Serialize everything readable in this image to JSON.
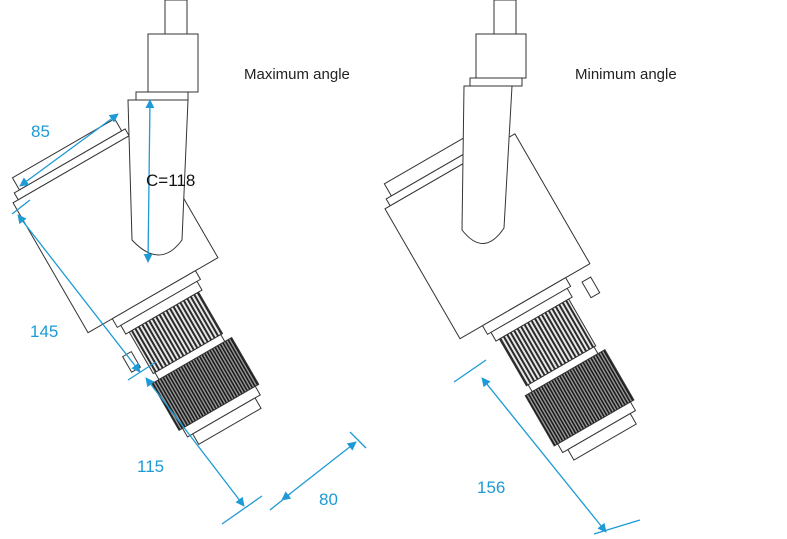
{
  "labels": {
    "max_angle": "Maximum angle",
    "min_angle": "Minimum angle",
    "clamp": "C=118"
  },
  "dimensions": {
    "d85": "85",
    "d145": "145",
    "d115": "115",
    "d80": "80",
    "d156": "156"
  },
  "colors": {
    "dimension": "#1e9ad6",
    "outline": "#333333",
    "knurl": "#222222"
  }
}
